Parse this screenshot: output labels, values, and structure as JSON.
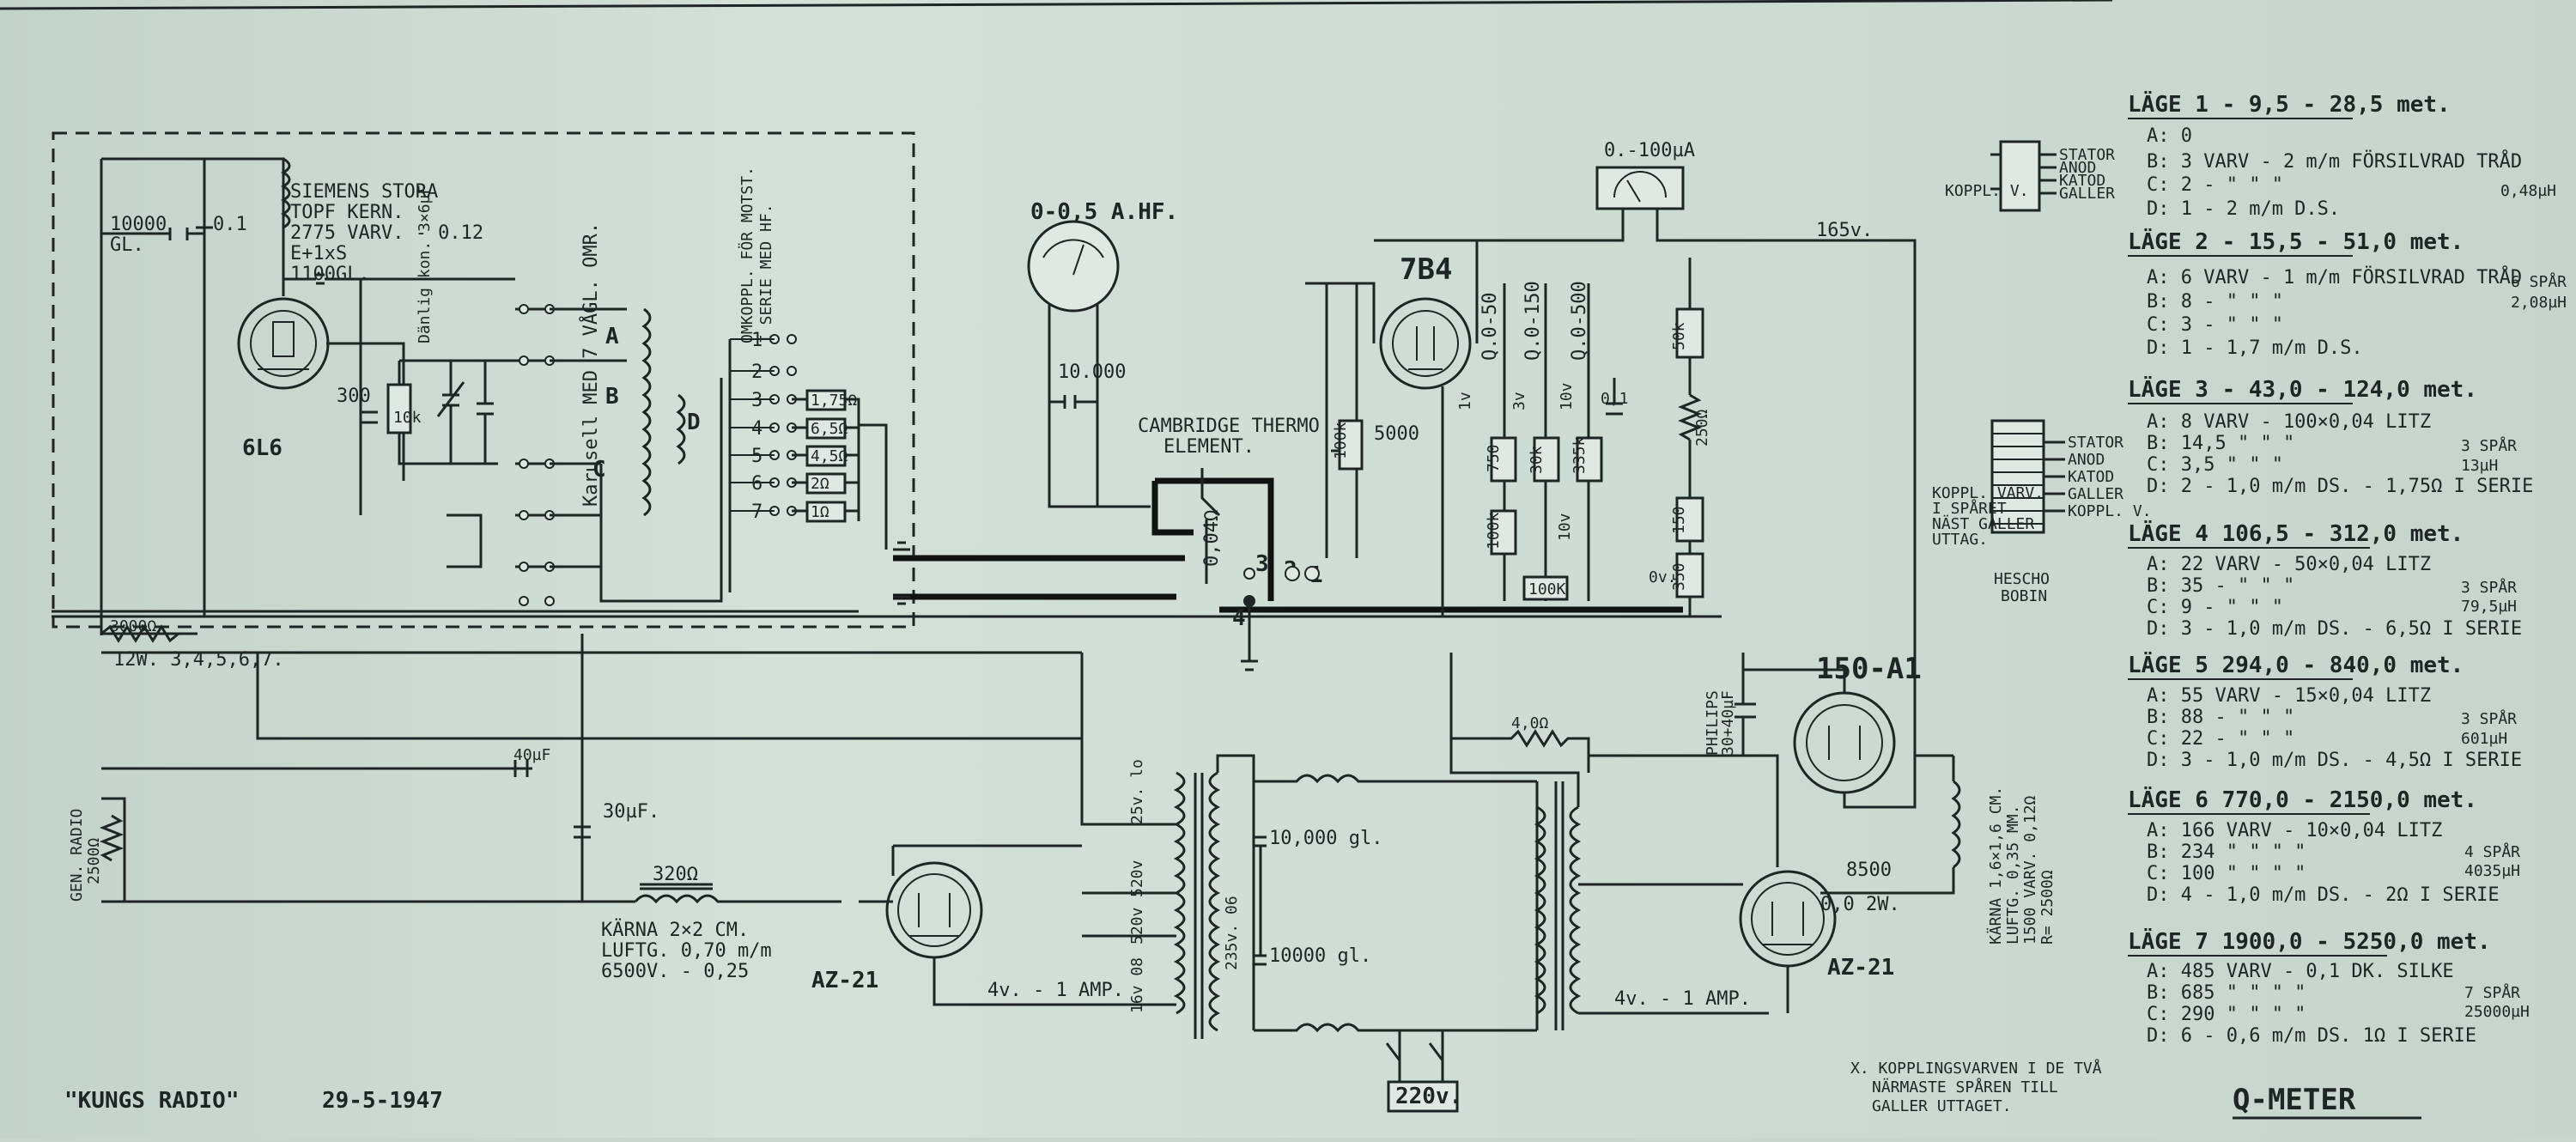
{
  "title": "Q-METER",
  "maker": "\"KUNGS RADIO\"",
  "date": "29-5-1947",
  "left_section": {
    "tube_label": "6L6",
    "cap_10000": "10000",
    "cap_gl": "GL.",
    "cap_01": "0.1",
    "coil_lines": [
      "SIEMENS STORA",
      "TOPF KERN.",
      "2775 VARV. - 0.12",
      "E+1xS",
      "1100GL."
    ],
    "cap_300": "300",
    "res_10k": "10k",
    "vcap_label": "Dänlig kon. 3×6µF",
    "carousel_label": "Karusell MED 7 VÅGL. OMR.",
    "taps": [
      "A",
      "B",
      "C",
      "D"
    ],
    "coupling_note_1": "OMKOPPL. FÖR MOTST.",
    "coupling_note_2": "I SERIE MED HF.",
    "switch_positions": [
      "1",
      "2",
      "3",
      "4",
      "5",
      "6",
      "7"
    ],
    "switch_resistors": [
      "1,75Ω",
      "6,5Ω",
      "4,5Ω",
      "2Ω",
      "1Ω"
    ]
  },
  "center": {
    "hf_meter_label": "0-0,5 A.HF.",
    "cap_10000": "10.000",
    "thermo_label_1": "CAMBRIDGE THERMO",
    "thermo_label_2": "ELEMENT.",
    "thermo_res": "0,04Ω",
    "contacts": [
      "3",
      "2",
      "1",
      "4"
    ],
    "tube_7b4": "7B4",
    "res_100k": "100k",
    "res_5000": "5000",
    "q_ranges": [
      "Q.0-50",
      "Q.0-150",
      "Q.0-500"
    ],
    "q_resistors": [
      "750",
      "30k",
      "335k"
    ],
    "q_volts": [
      "1v",
      "3v",
      "10v",
      "10v"
    ],
    "res_100k_2": "100k",
    "res_100k_3": "100K",
    "cap_01": "0,1",
    "ua_meter_label": "0.-100µA",
    "rail_165v": "165v.",
    "res_50k": "50k",
    "res_250": "250Ω",
    "res_150": "150",
    "res_350": "350",
    "volt_0v": "0v."
  },
  "lower_left": {
    "res_3000": "3000Ω",
    "res_12w": "12W. 3,4,5,6,7.",
    "cap_40uf": "40µF",
    "cap_30uf": "30µF.",
    "gen_radio": "GEN. RADIO",
    "gen_radio_value": "2500Ω",
    "choke_label": "320Ω",
    "choke_spec": [
      "KÄRNA 2×2 CM.",
      "LUFTG. 0,70 m/m",
      "6500V. - 0,25"
    ],
    "az21": "AZ-21",
    "heater": "4v. - 1 AMP."
  },
  "lower_center": {
    "tr_left": [
      "25v. lo",
      "520v",
      "520v",
      "16v 08",
      "235v. 06"
    ],
    "cap_a": "10,000 gl.",
    "cap_b": "10000 gl.",
    "mains": "220v."
  },
  "lower_right": {
    "heater": "4v. - 1 AMP.",
    "res_4ohm": "4,0Ω",
    "philips": "PHILIPS",
    "philips_value": "30+40µF",
    "tube_150a1": "150-A1",
    "coil_spec": [
      "KÄRNA 1,6×1,6 CM.",
      "LUFTG. 0,35 MM.",
      "1500 VARV. 0,12Ω",
      "R= 2500Ω"
    ],
    "res_8500": "8500",
    "res_8500_watt": "0,0 2W.",
    "az21": "AZ-21",
    "footnote": [
      "X. KOPPLINGSVARVEN I DE TVÅ",
      "NÄRMASTE SPÅREN TILL",
      "GALLER UTTAGET."
    ]
  },
  "right_top": {
    "coupling": [
      "STATOR",
      "ANOD",
      "KATOD",
      "GALLER"
    ],
    "koppl": "KOPPL. V.",
    "bobin_taps": [
      "STATOR",
      "ANOD",
      "KATOD",
      "GALLER",
      "KOPPL. V."
    ],
    "bobin_note": [
      "KOPPL. VARV.",
      "I SPÅRET",
      "NÄST GALLER",
      "UTTAG."
    ],
    "hescho": [
      "HESCHO",
      "BOBIN"
    ]
  },
  "ranges": [
    {
      "title": "LÄGE 1 - 9,5 - 28,5 met.",
      "rows": [
        "A: 0",
        "B: 3 VARV - 2 m/m FÖRSILVRAD TRÅD",
        "C: 2 - \" \" \"",
        "D: 1 - 2 m/m D.S."
      ],
      "note": [
        "0,48µH"
      ]
    },
    {
      "title": "LÄGE 2 - 15,5 - 51,0 met.",
      "rows": [
        "A: 6 VARV - 1 m/m FÖRSILVRAD TRÅD",
        "B: 8 - \" \" \"",
        "C: 3 - \" \" \"",
        "D: 1 - 1,7 m/m D.S."
      ],
      "note": [
        "6 SPÅR",
        "2,08µH"
      ]
    },
    {
      "title": "LÄGE 3 - 43,0 - 124,0 met.",
      "rows": [
        "A: 8 VARV - 100×0,04 LITZ",
        "B: 14,5 \" \" \"",
        "C: 3,5 \" \" \"",
        "D: 2 - 1,0 m/m DS. - 1,75Ω I SERIE"
      ],
      "note": [
        "3 SPÅR",
        "13µH"
      ]
    },
    {
      "title": "LÄGE 4 106,5 - 312,0 met.",
      "rows": [
        "A: 22 VARV - 50×0,04 LITZ",
        "B: 35 - \" \" \"",
        "C: 9 - \" \" \"",
        "D: 3 - 1,0 m/m DS. - 6,5Ω I SERIE"
      ],
      "note": [
        "3 SPÅR",
        "79,5µH"
      ]
    },
    {
      "title": "LÄGE 5 294,0 - 840,0 met.",
      "rows": [
        "A: 55 VARV - 15×0,04 LITZ",
        "B: 88 - \" \" \"",
        "C: 22 - \" \" \"",
        "D: 3 - 1,0 m/m DS. - 4,5Ω I SERIE"
      ],
      "note": [
        "3 SPÅR",
        "601µH"
      ]
    },
    {
      "title": "LÄGE 6 770,0 - 2150,0 met.",
      "rows": [
        "A: 166 VARV - 10×0,04 LITZ",
        "B: 234 \" \" \" \"",
        "C: 100 \" \" \" \"",
        "D: 4 - 1,0 m/m DS. - 2Ω I SERIE"
      ],
      "note": [
        "4 SPÅR",
        "4035µH"
      ]
    },
    {
      "title": "LÄGE 7 1900,0 - 5250,0 met.",
      "rows": [
        "A: 485 VARV - 0,1 DK. SILKE",
        "B: 685 \" \" \" \"",
        "C: 290 \" \" \" \"",
        "D: 6 - 0,6 m/m DS. 1Ω I SERIE"
      ],
      "note": [
        "7 SPÅR",
        "25000µH"
      ]
    }
  ]
}
